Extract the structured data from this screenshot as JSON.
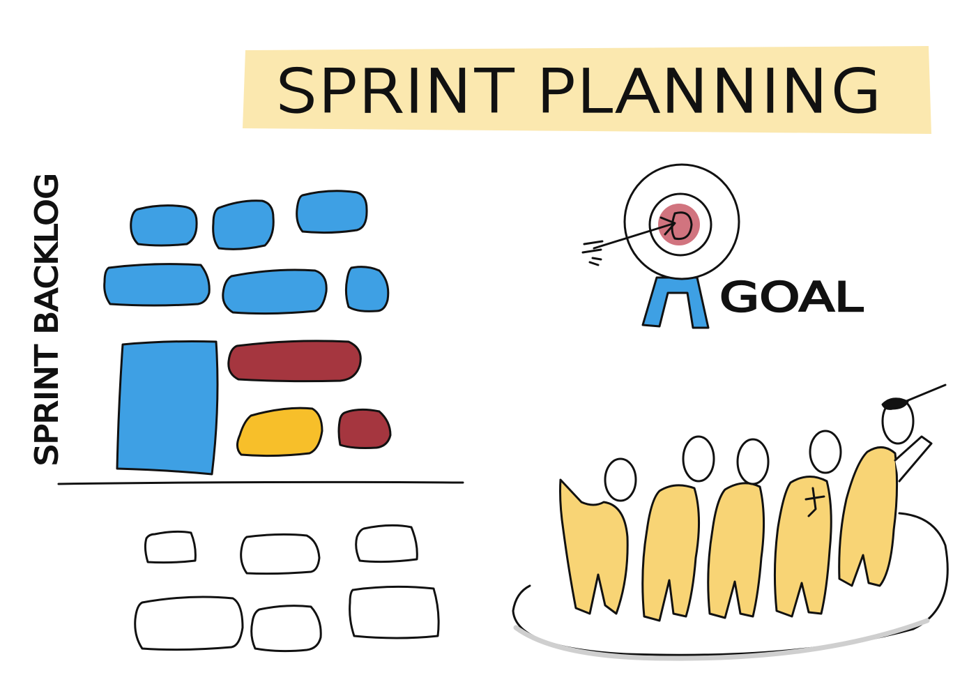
{
  "title": "SPRINT PLANNING",
  "side_label": "SPRINT BACKLOG",
  "goal_label": "GOAL",
  "colors": {
    "ink": "#111111",
    "title_highlight": "#fbe6a6",
    "blue": "#3ea0e4",
    "red": "#a5363f",
    "yellow": "#f7bf2a",
    "target_red": "#c95c68",
    "people_fill": "#f8d475",
    "platform_shadow": "#d9d9d9"
  }
}
